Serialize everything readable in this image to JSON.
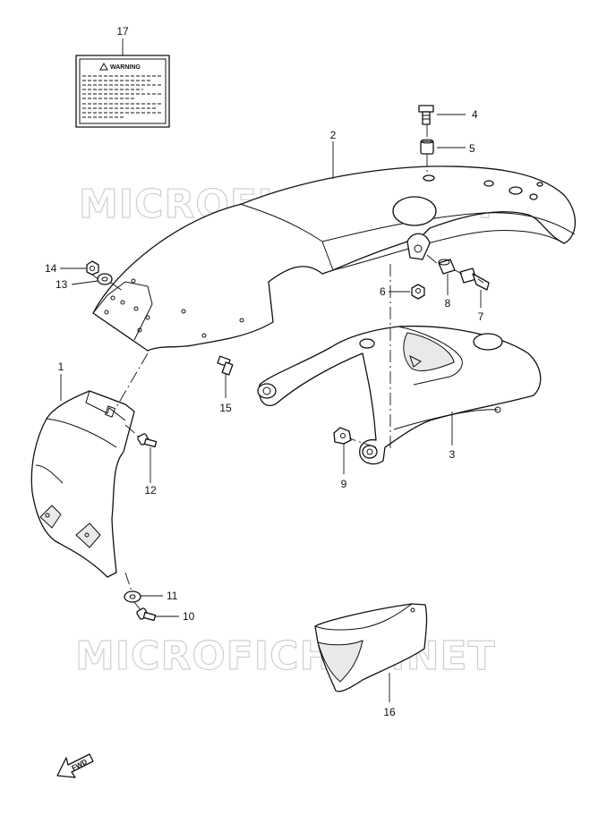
{
  "watermarks": [
    "MICROFICHES.NET",
    "MICROFICHES.NET"
  ],
  "warning_label": {
    "title": "WARNING"
  },
  "direction_arrow": {
    "text": "FWD"
  },
  "callouts": {
    "c1": "1",
    "c2": "2",
    "c3": "3",
    "c4": "4",
    "c5": "5",
    "c6": "6",
    "c7": "7",
    "c8": "8",
    "c9": "9",
    "c10": "10",
    "c11": "11",
    "c12": "12",
    "c13": "13",
    "c14": "14",
    "c15": "15",
    "c16": "16",
    "c17": "17"
  }
}
